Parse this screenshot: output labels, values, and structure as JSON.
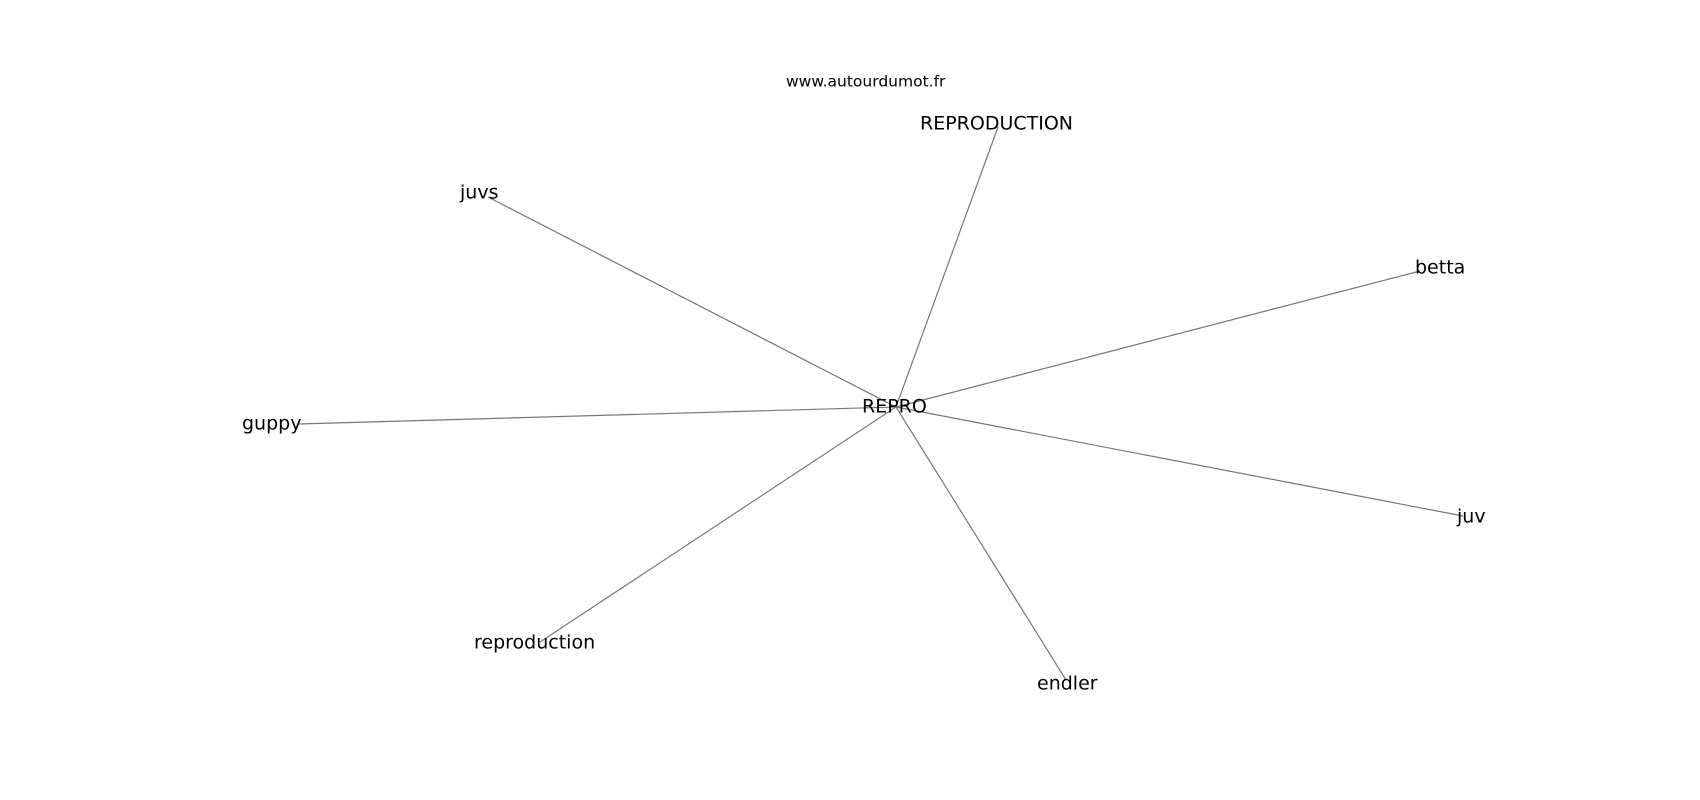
{
  "watermark": "www.autourdumot.fr",
  "graph": {
    "center": "REPRO",
    "neighbors": [
      "REPRODUCTION",
      "juvs",
      "betta",
      "guppy",
      "juv",
      "reproduction",
      "endler"
    ]
  }
}
